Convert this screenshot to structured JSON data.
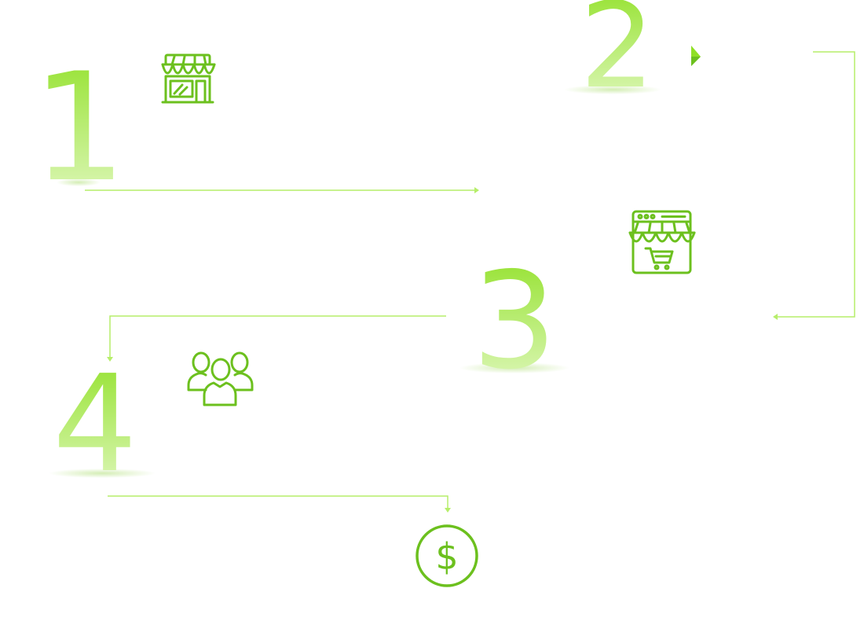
{
  "colors": {
    "accent": "#7ed321",
    "accent_light": "#c8f08a",
    "line": "#b6ee6a",
    "icon_stroke": "#6cc01e"
  },
  "steps": [
    {
      "number": "1",
      "icon": "shop-icon"
    },
    {
      "number": "2",
      "icon": "arrow-icon"
    },
    {
      "number": "3",
      "icon": "online-store-cart-icon"
    },
    {
      "number": "4",
      "icon": "group-users-icon"
    }
  ],
  "final": {
    "icon": "dollar-coin-icon"
  }
}
